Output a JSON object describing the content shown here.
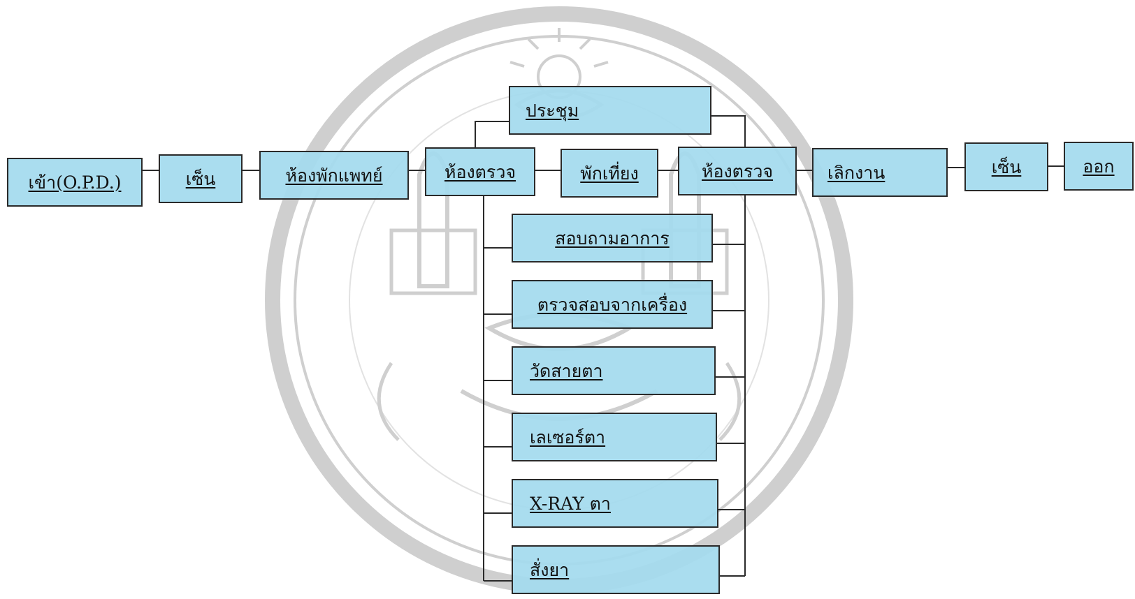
{
  "diagram": {
    "main_flow": {
      "entry": "เข้า(O.P.D.)",
      "sign_in": "เซ็น",
      "doctor_lounge": "ห้องพักแพทย์",
      "exam_room_morning": "ห้องตรวจ",
      "lunch_break": "พักเที่ยง",
      "exam_room_afternoon": "ห้องตรวจ",
      "end_of_work": "เลิกงาน",
      "sign_out": "เซ็น",
      "exit": "ออก"
    },
    "branch_top": {
      "meeting": "ประชุม"
    },
    "exam_tasks": {
      "ask_symptoms": "สอบถามอาการ",
      "machine_check": "ตรวจสอบจากเครื่อง",
      "measure_eyesight": "วัดสายตา",
      "laser_eye": "เลเซอร์ตา",
      "xray_eye": "X-RAY ตา",
      "prescribe": "สั่งยา"
    },
    "colors": {
      "box_fill": "#a4daee",
      "box_border": "#2a2a2a",
      "connector": "#2a2a2a",
      "watermark": "#bfbfbf"
    }
  }
}
